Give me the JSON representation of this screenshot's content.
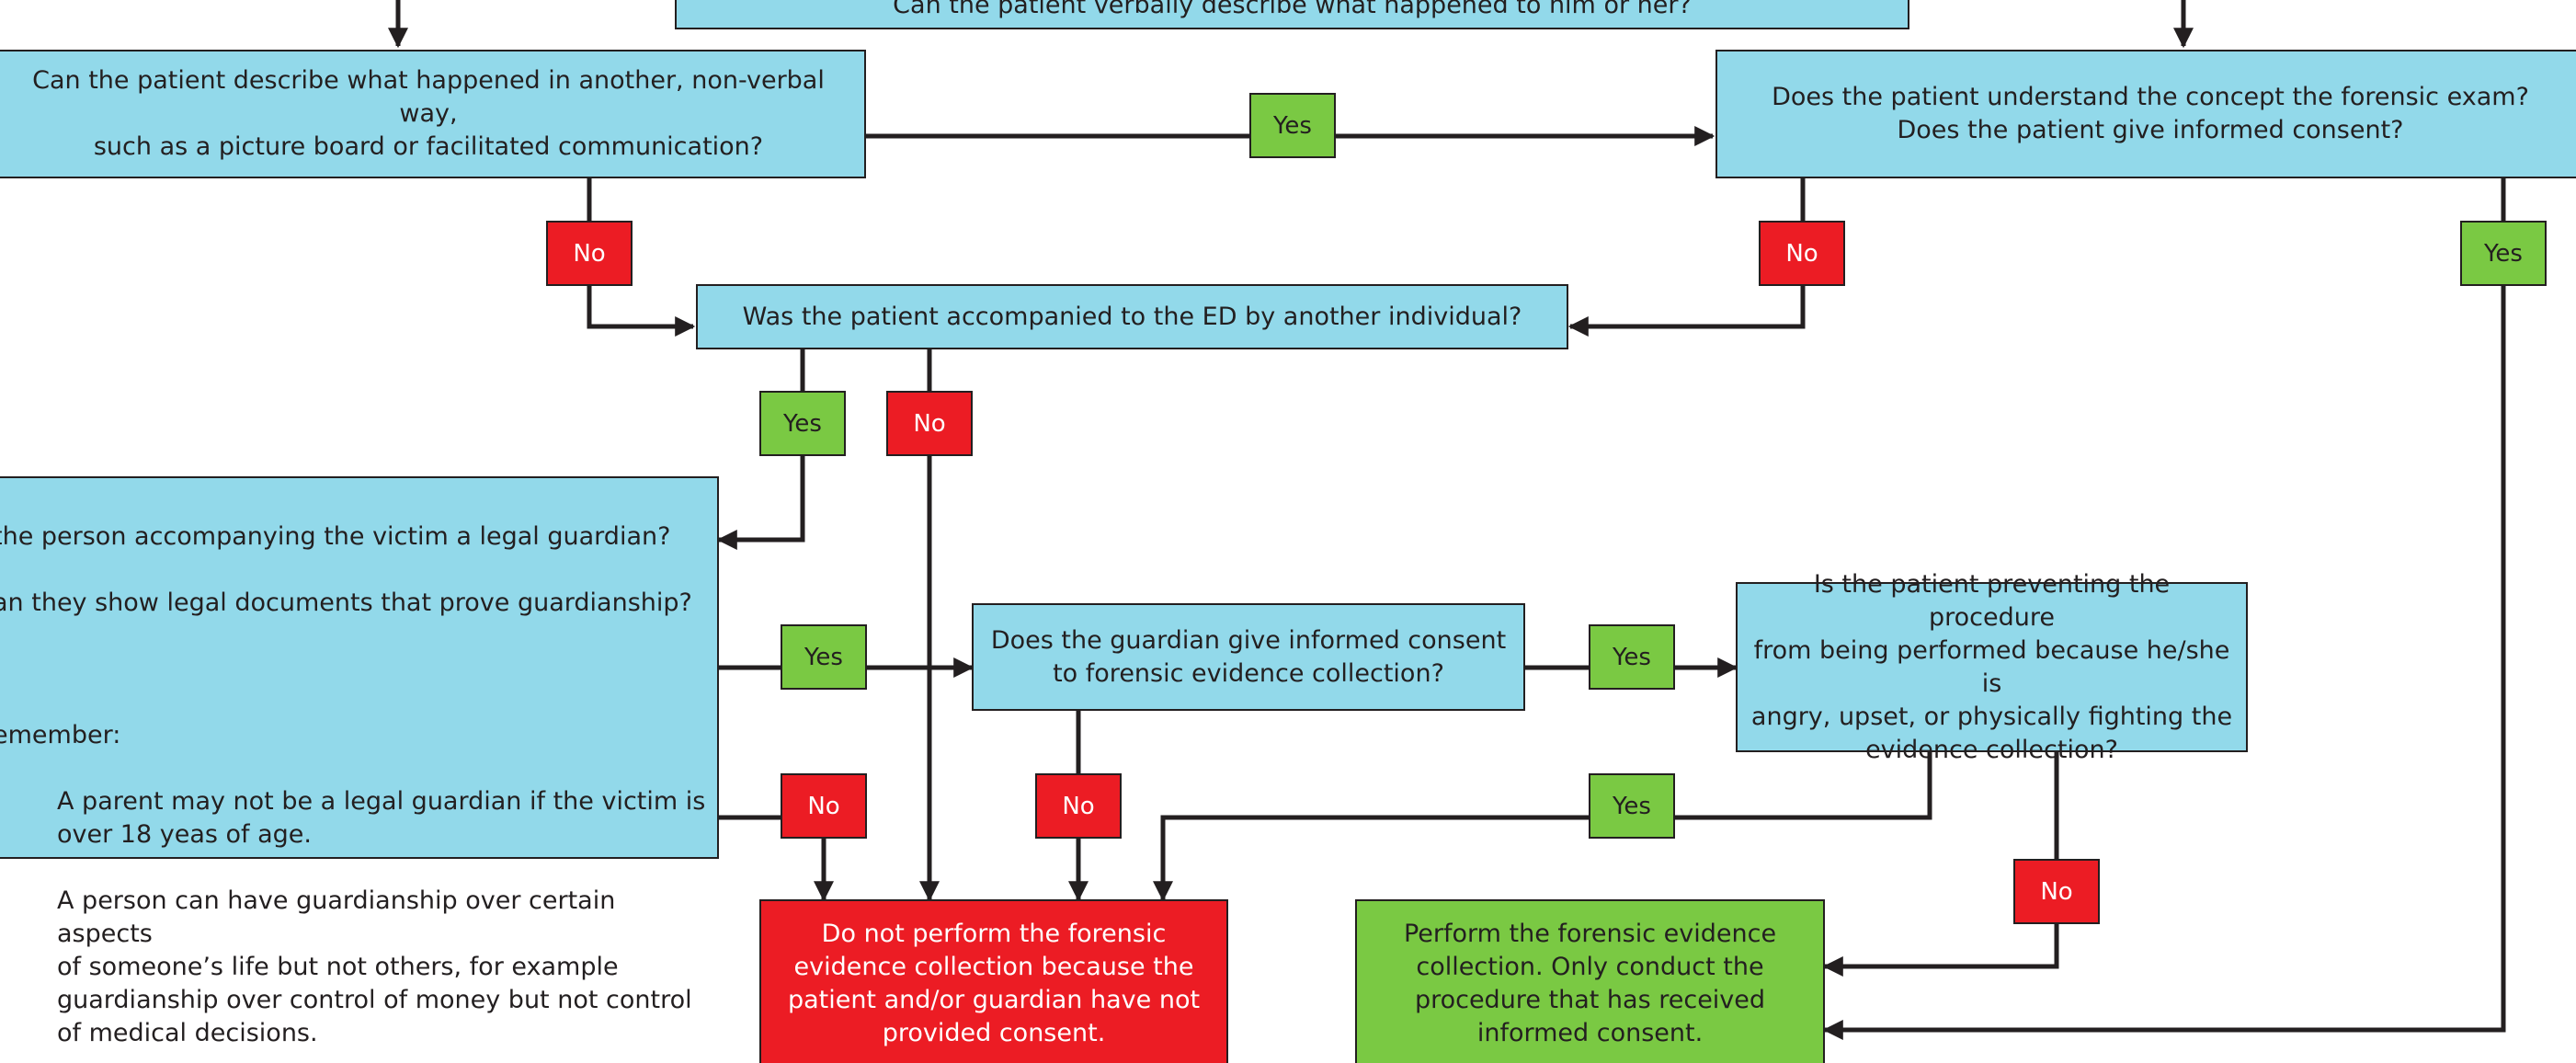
{
  "nodes": {
    "top_question": "Can the patient verbally describe what happened to him or her?",
    "nonverbal_question": "Can the patient describe what happened in another, non-verbal way,\nsuch as a picture board or facilitated communication?",
    "consent_question": "Does the patient understand the concept the forensic exam?\nDoes the patient give informed consent?",
    "accompanied_question": "Was the patient accompanied to the ED by another individual?",
    "guardian_question_lines": [
      "the person accompanying the victim a legal guardian?",
      "an they show legal documents that prove guardianship?",
      "",
      "emember:"
    ],
    "guardian_question_bullets": [
      "A parent may not be a legal guardian if the victim is\nover 18 yeas of age.",
      "A person can have guardianship over certain aspects\nof someone’s life but not others, for example\nguardianship over control of money but not control\nof medical decisions."
    ],
    "guardian_consent_question": "Does the guardian give informed consent\nto forensic evidence collection?",
    "preventing_question": "Is the patient preventing the procedure\nfrom being performed because he/she is\nangry, upset, or physically fighting the\nevidence collection?",
    "do_not_perform": "Do not perform the forensic\nevidence collection because the\npatient and/or guardian have not\nprovided consent.",
    "perform": "Perform the forensic evidence\ncollection.  Only conduct the\nprocedure that has received\ninformed consent."
  },
  "labels": {
    "yes": "Yes",
    "no": "No"
  },
  "colors": {
    "question_fill": "#92d9ea",
    "yes_fill": "#7ac943",
    "no_fill": "#ec1c24",
    "line": "#231f20"
  }
}
